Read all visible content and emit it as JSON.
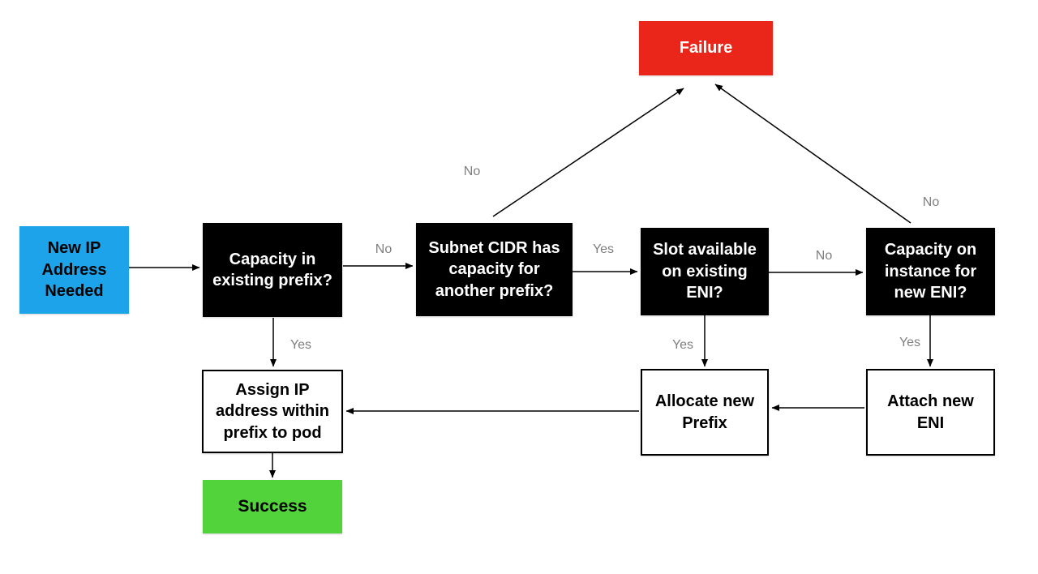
{
  "diagram": {
    "type": "flowchart",
    "background": "#ffffff",
    "colors": {
      "start_fill": "#1CA3EA",
      "decision_fill": "#000000",
      "decision_text": "#ffffff",
      "action_fill": "#ffffff",
      "action_border": "#000000",
      "failure_fill": "#E92619",
      "failure_text": "#ffffff",
      "success_fill": "#52D33C",
      "edge_label_color": "#7F7F7F",
      "arrow_color": "#000000"
    },
    "nodes": [
      {
        "id": "new-ip-needed",
        "type": "start",
        "label": "New IP\nAddress\nNeeded"
      },
      {
        "id": "capacity-existing-prefix",
        "type": "decision",
        "label": "Capacity in\nexisting prefix?"
      },
      {
        "id": "subnet-cidr-capacity",
        "type": "decision",
        "label": "Subnet CIDR has\ncapacity for\nanother prefix?"
      },
      {
        "id": "slot-available-eni",
        "type": "decision",
        "label": "Slot available\non existing\nENI?"
      },
      {
        "id": "capacity-new-eni",
        "type": "decision",
        "label": "Capacity on\ninstance for\nnew ENI?"
      },
      {
        "id": "failure",
        "type": "terminal-failure",
        "label": "Failure"
      },
      {
        "id": "assign-ip-to-pod",
        "type": "action",
        "label": "Assign IP\naddress within\nprefix to pod"
      },
      {
        "id": "allocate-new-prefix",
        "type": "action",
        "label": "Allocate new\nPrefix"
      },
      {
        "id": "attach-new-eni",
        "type": "action",
        "label": "Attach new\nENI"
      },
      {
        "id": "success",
        "type": "terminal-success",
        "label": "Success"
      }
    ],
    "edges": [
      {
        "from": "new-ip-needed",
        "to": "capacity-existing-prefix",
        "label": ""
      },
      {
        "from": "capacity-existing-prefix",
        "to": "subnet-cidr-capacity",
        "label": "No"
      },
      {
        "from": "capacity-existing-prefix",
        "to": "assign-ip-to-pod",
        "label": "Yes"
      },
      {
        "from": "subnet-cidr-capacity",
        "to": "slot-available-eni",
        "label": "Yes"
      },
      {
        "from": "subnet-cidr-capacity",
        "to": "failure",
        "label": "No"
      },
      {
        "from": "slot-available-eni",
        "to": "capacity-new-eni",
        "label": "No"
      },
      {
        "from": "slot-available-eni",
        "to": "allocate-new-prefix",
        "label": "Yes"
      },
      {
        "from": "capacity-new-eni",
        "to": "failure",
        "label": "No"
      },
      {
        "from": "capacity-new-eni",
        "to": "attach-new-eni",
        "label": "Yes"
      },
      {
        "from": "attach-new-eni",
        "to": "allocate-new-prefix",
        "label": ""
      },
      {
        "from": "allocate-new-prefix",
        "to": "assign-ip-to-pod",
        "label": ""
      },
      {
        "from": "assign-ip-to-pod",
        "to": "success",
        "label": ""
      }
    ]
  }
}
